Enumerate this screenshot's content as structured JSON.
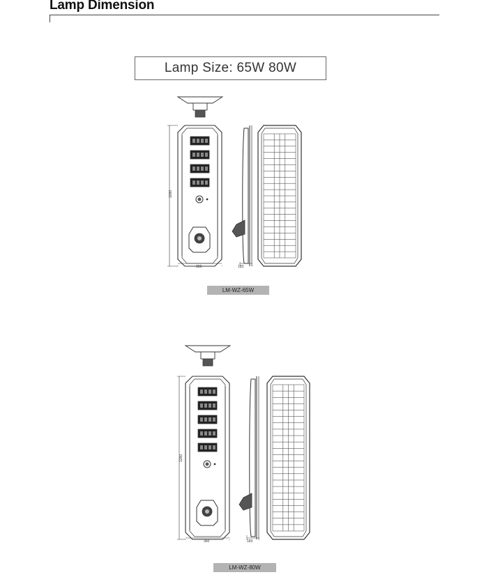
{
  "section": {
    "title": "Lamp Dimension"
  },
  "lamp_size": {
    "label": "Lamp Size: 65W 80W"
  },
  "drawings": [
    {
      "model": "LM-WZ-65W",
      "modules": 4,
      "dims": {
        "height": "1030",
        "width": "350",
        "depth": "183"
      }
    },
    {
      "model": "LM-WZ-80W",
      "modules": 5,
      "dims": {
        "height": "1260",
        "width": "350",
        "depth": "183"
      }
    }
  ],
  "colors": {
    "line": "#333333",
    "label_bg": "#b3b3b3"
  }
}
